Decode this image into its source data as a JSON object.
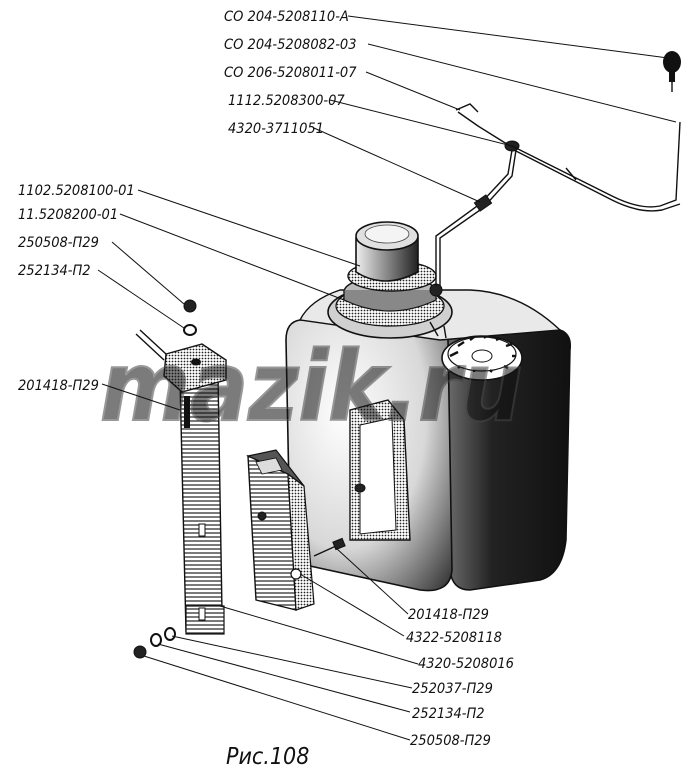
{
  "labels": {
    "l1": "СО 204-5208110-А",
    "l2": "СО 204-5208082-03",
    "l3": "СО 206-5208011-07",
    "l4": "1112.5208300-07",
    "l5": "4320-3711051",
    "l6": "1102.5208100-01",
    "l7": "11.5208200-01",
    "l8": "250508-П29",
    "l9": "252134-П2",
    "l10": "201418-П29",
    "r1": "201418-П29",
    "r2": "4322-5208118",
    "r3": "4320-5208016",
    "r4": "252037-П29",
    "r5": "252134-П2",
    "r6": "250508-П29"
  },
  "caption": "Рис.108",
  "watermark": "mazik.ru"
}
